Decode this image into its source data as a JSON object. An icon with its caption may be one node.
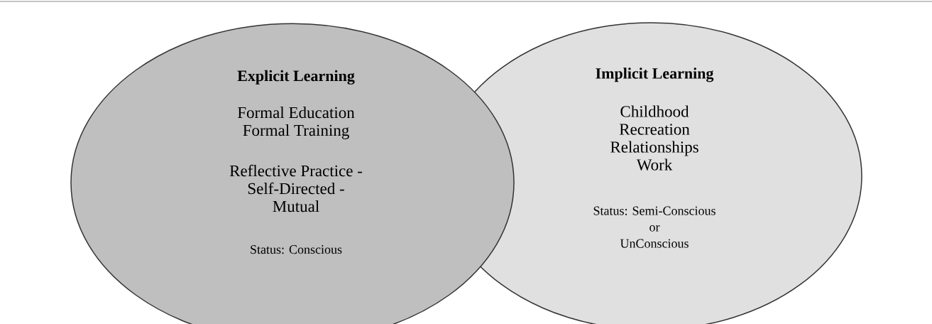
{
  "diagram": {
    "nodes": [
      {
        "text": [
          "Explicit Learning",
          "Formal Education Formal Training",
          "Reflective Practice - Self-Directed - Mutual",
          "Status: Conscious"
        ]
      },
      {
        "text": [
          "Implicit Learning",
          "Childhood Recreation Relationships Work",
          "Status: Semi-Conscious or UnConscious"
        ]
      }
    ],
    "edges": []
  }
}
